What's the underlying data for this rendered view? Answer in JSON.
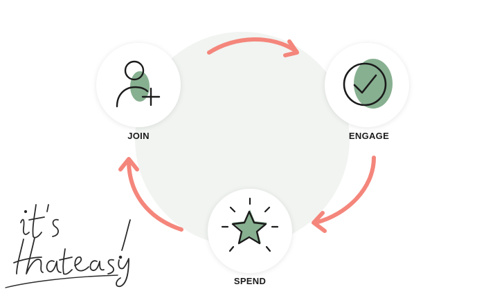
{
  "steps": [
    {
      "label": "JOIN",
      "icon": "add-user-icon"
    },
    {
      "label": "ENGAGE",
      "icon": "check-circle-icon"
    },
    {
      "label": "SPEND",
      "icon": "sparkle-star-icon"
    }
  ],
  "tagline": "it's that easy!",
  "colors": {
    "arrow": "#f4867c",
    "accent_green": "#87b090",
    "circle_bg": "#f1f4f1",
    "ink": "#1b1b1b"
  }
}
